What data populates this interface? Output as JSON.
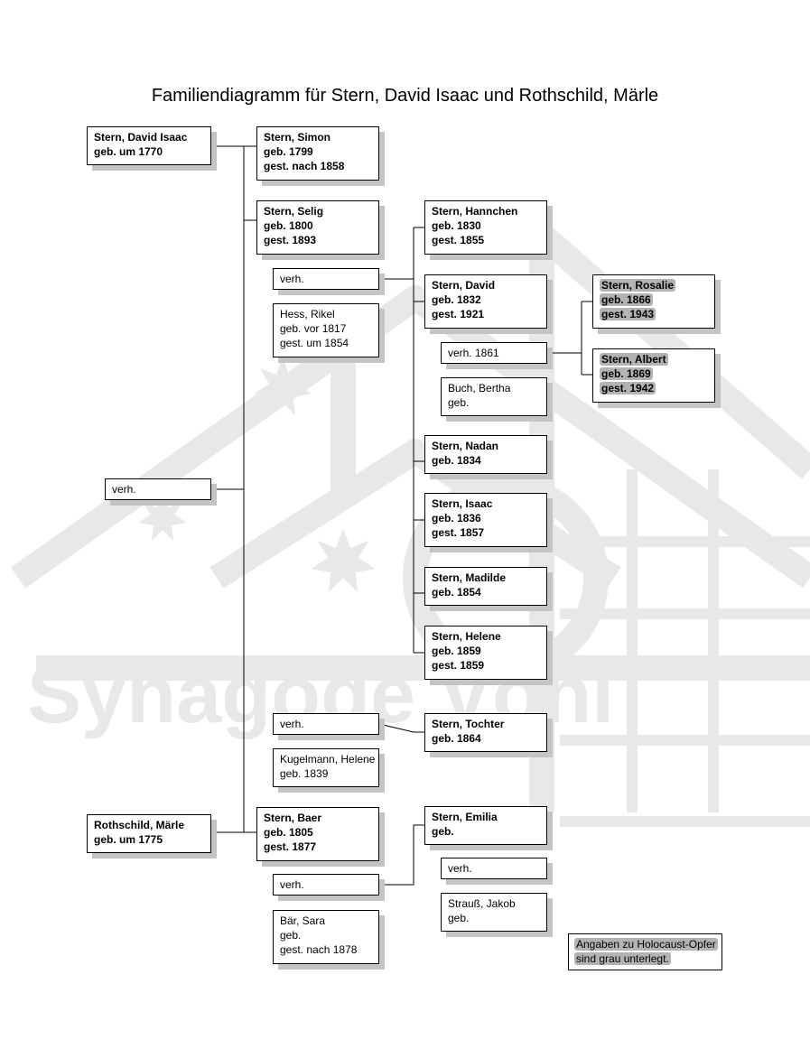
{
  "title": "Familiendiagramm für Stern, David Isaac und Rothschild, Märle",
  "watermark": "Synagoge Vöhl",
  "people": {
    "david_isaac": {
      "name": "Stern, David Isaac",
      "l2": "geb. um 1770"
    },
    "maerle": {
      "name": "Rothschild, Märle",
      "l2": "geb. um 1775"
    },
    "simon": {
      "name": "Stern, Simon",
      "l2": "geb. 1799",
      "l3": "gest. nach 1858"
    },
    "selig": {
      "name": "Stern, Selig",
      "l2": "geb. 1800",
      "l3": "gest. 1893"
    },
    "rikel": {
      "name": "Hess, Rikel",
      "l2": "geb. vor 1817",
      "l3": "gest. um 1854"
    },
    "helene_k": {
      "name": "Kugelmann, Helene",
      "l2": "geb. 1839"
    },
    "baer": {
      "name": "Stern, Baer",
      "l2": "geb. 1805",
      "l3": "gest. 1877"
    },
    "sara": {
      "name": "Bär, Sara",
      "l2": "geb.",
      "l3": "gest. nach 1878"
    },
    "hannchen": {
      "name": "Stern, Hannchen",
      "l2": "geb. 1830",
      "l3": "gest. 1855"
    },
    "david": {
      "name": "Stern, David",
      "l2": "geb. 1832",
      "l3": "gest. 1921"
    },
    "bertha": {
      "name": "Buch, Bertha",
      "l2": "geb."
    },
    "nadan": {
      "name": "Stern, Nadan",
      "l2": "geb. 1834"
    },
    "isaac": {
      "name": "Stern, Isaac",
      "l2": "geb. 1836",
      "l3": "gest. 1857"
    },
    "madilde": {
      "name": "Stern, Madilde",
      "l2": "geb. 1854"
    },
    "helene": {
      "name": "Stern, Helene",
      "l2": "geb. 1859",
      "l3": "gest. 1859"
    },
    "tochter": {
      "name": "Stern, Tochter",
      "l2": "geb. 1864"
    },
    "emilia": {
      "name": "Stern, Emilia",
      "l2": "geb."
    },
    "jakob": {
      "name": "Strauß, Jakob",
      "l2": "geb."
    },
    "rosalie": {
      "name": "Stern, Rosalie",
      "l2": "geb. 1866",
      "l3": "gest. 1943"
    },
    "albert": {
      "name": "Stern, Albert",
      "l2": "geb. 1869",
      "l3": "gest. 1942"
    }
  },
  "marriages": {
    "m_parents": "verh.",
    "m_selig": "verh.",
    "m_selig2": "verh.",
    "m_baer": "verh.",
    "m_david": "verh. 1861",
    "m_emilia": "verh."
  },
  "legend": {
    "l1": "Angaben zu Holocaust-Opfer",
    "l2": "sind grau unterlegt."
  }
}
